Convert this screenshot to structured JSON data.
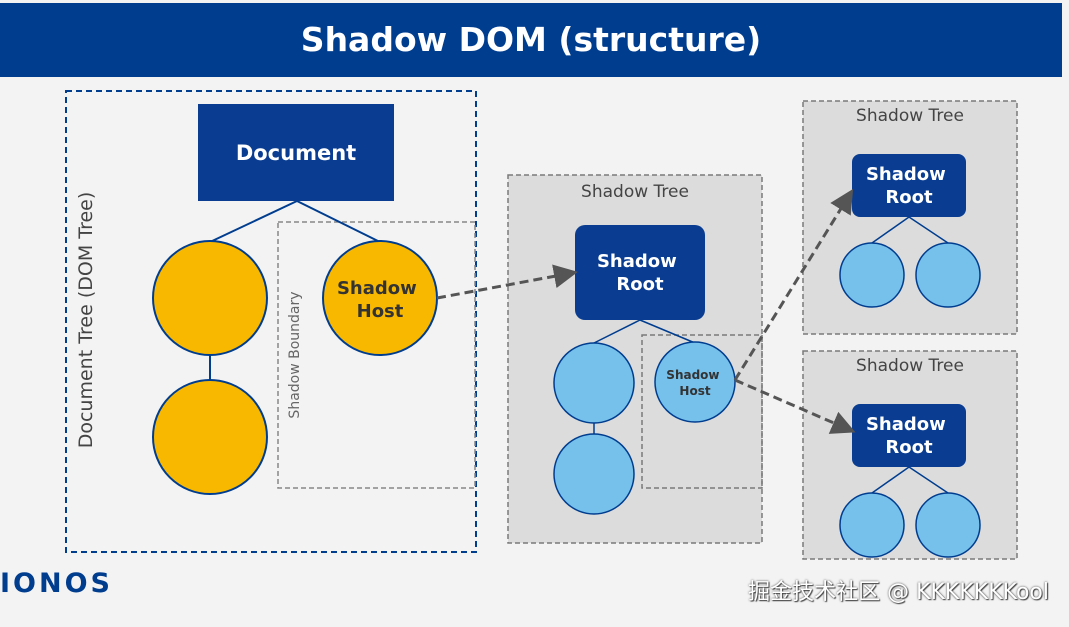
{
  "title": "Shadow DOM (structure)",
  "labels": {
    "document_tree": "Document Tree (DOM Tree)",
    "document": "Document",
    "shadow_boundary": "Shadow Boundary",
    "shadow_host": "Shadow\nHost",
    "shadow_tree": "Shadow Tree",
    "shadow_root": "Shadow\nRoot"
  },
  "logo": "IONOS",
  "credit": "掘金技术社区 @ KKKKKKKool",
  "colors": {
    "header_bg": "#003d8f",
    "node_dark": "#0a3d91",
    "node_yellow": "#f9b800",
    "node_light": "#76c0ec",
    "tree_bg": "#dcdcdc",
    "dashed_border": "#7a7a7a",
    "arrow": "#555555"
  }
}
